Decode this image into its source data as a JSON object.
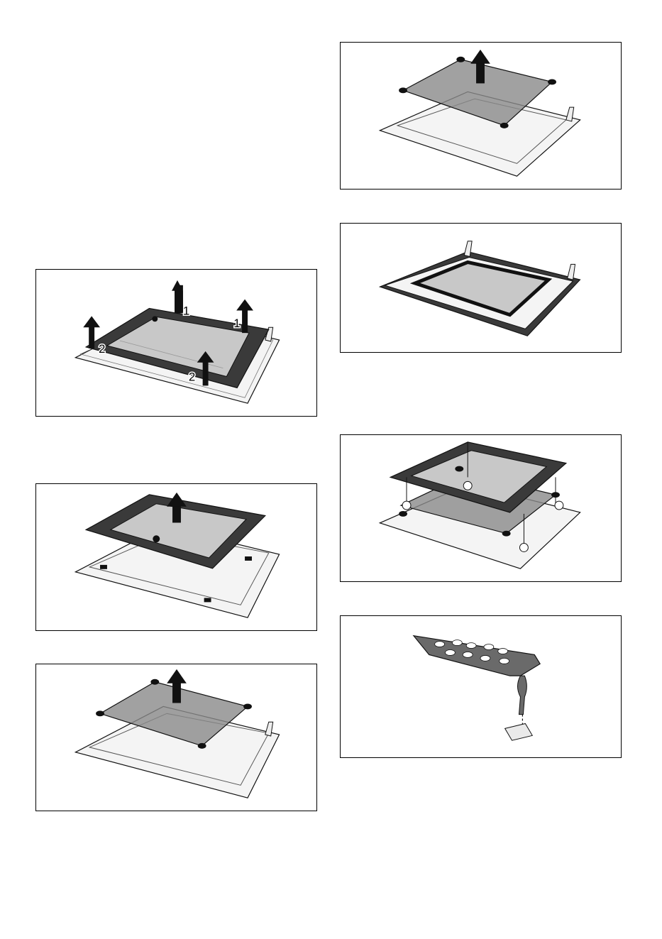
{
  "figures": [
    {
      "id": "fig-1",
      "labels": [
        "1",
        "1",
        "2",
        "2"
      ]
    },
    {
      "id": "fig-2",
      "labels": []
    },
    {
      "id": "fig-3",
      "labels": []
    },
    {
      "id": "fig-4",
      "labels": []
    },
    {
      "id": "fig-5",
      "labels": []
    },
    {
      "id": "fig-6",
      "labels": []
    },
    {
      "id": "fig-7",
      "labels": []
    }
  ],
  "colors": {
    "frame": "#3a3a3a",
    "glass": "#c8c8c8",
    "panel_tint": "#7a7a7a",
    "outline": "#111111"
  }
}
